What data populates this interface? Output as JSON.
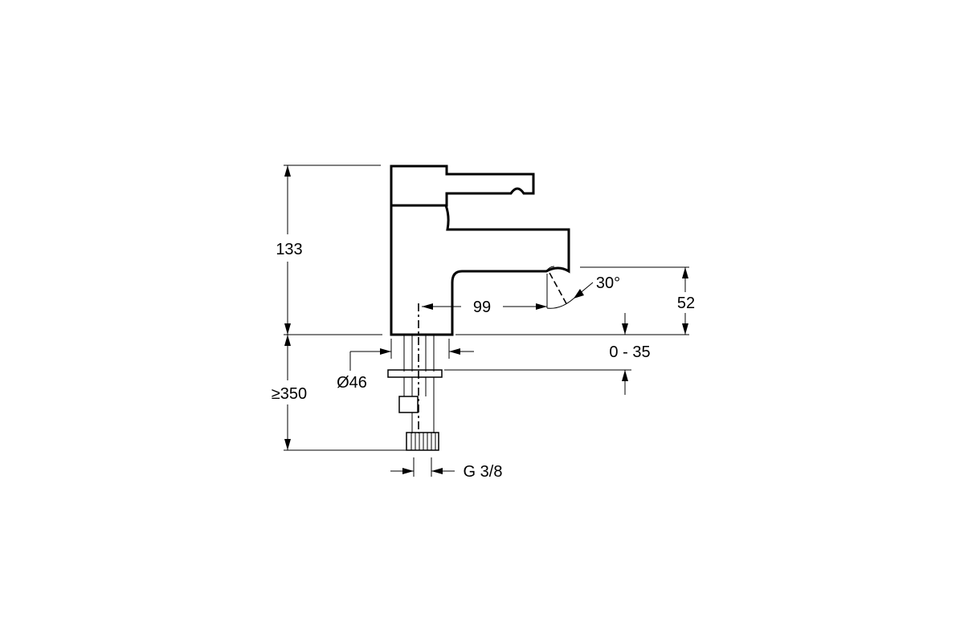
{
  "dimensions": {
    "height_total": "133",
    "spout_height": "52",
    "spout_reach": "99",
    "spout_angle": "30°",
    "deck_thickness": "0 - 35",
    "base_diameter": "Ø46",
    "supply_length": "≥350",
    "connection_thread": "G 3/8"
  }
}
